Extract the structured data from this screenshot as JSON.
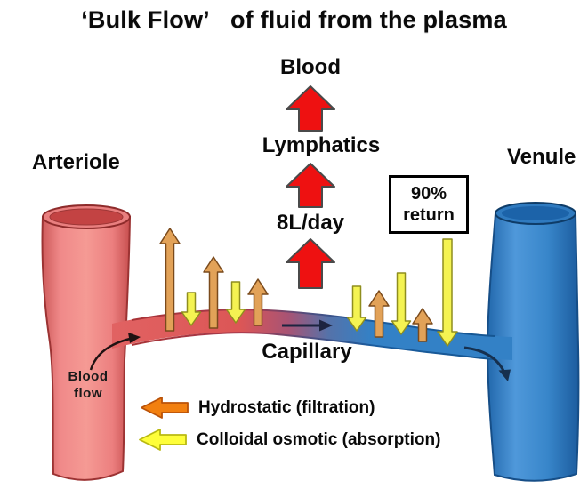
{
  "title": "‘Bulk Flow’   of fluid from the plasma",
  "flow_chain": {
    "blood": "Blood",
    "lymphatics": "Lymphatics",
    "rate": "8L/day"
  },
  "labels": {
    "arteriole": "Arteriole",
    "venule": "Venule",
    "capillary": "Capillary",
    "blood_flow_line1": "Blood",
    "blood_flow_line2": "flow"
  },
  "return_box": {
    "line1": "90%",
    "line2": "return"
  },
  "legend": {
    "hydrostatic_label": "Hydrostatic (filtration)",
    "colloidal_label": "Colloidal osmotic (absorption)"
  },
  "colors": {
    "red_arrow": "#EE1111",
    "filtration_arrow": "#E2A258",
    "absorption_arrow": "#F4F352",
    "legend_orange": "#F28010",
    "legend_yellow": "#FEFE3A",
    "arteriole_pink": "#F08989",
    "venule_blue": "#3886CA",
    "capillary_red": "#DC5656",
    "capillary_blue": "#3381C6"
  }
}
